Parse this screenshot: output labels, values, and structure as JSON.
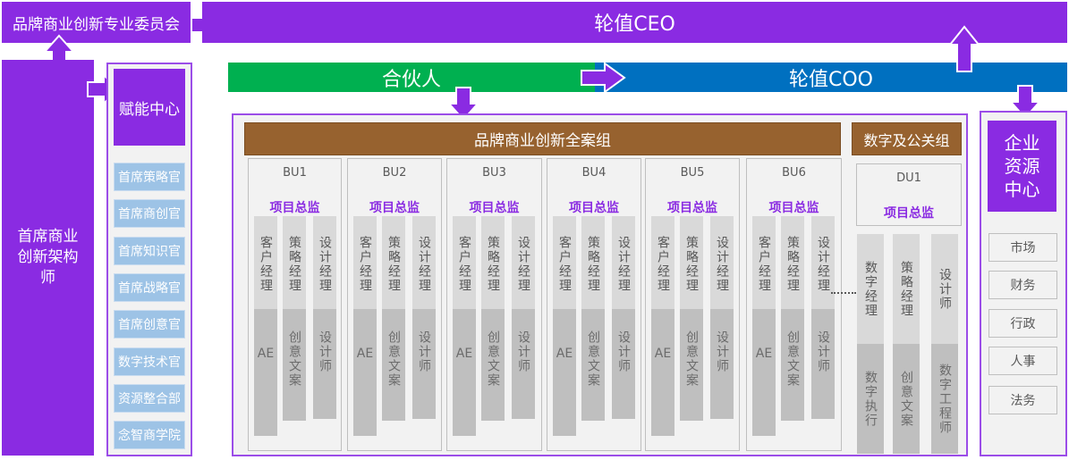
{
  "committee": "品牌商业创新专业委员会",
  "ceo": "轮值CEO",
  "architect": "首席商业创新架构师",
  "enable_center": {
    "title": "赋能中心",
    "items": [
      "首席策略官",
      "首席商创官",
      "首席知识官",
      "首席战略官",
      "首席创意官",
      "数字技术官",
      "资源整合部",
      "念智商学院"
    ]
  },
  "partner": "合伙人",
  "coo": "轮值COO",
  "brand_group": "品牌商业创新全案组",
  "digital_group": "数字及公关组",
  "director": "项目总监",
  "bus": [
    "BU1",
    "BU2",
    "BU3",
    "BU4",
    "BU5",
    "BU6"
  ],
  "bu_columns": [
    {
      "top": "客户经理",
      "bottom": "AE"
    },
    {
      "top": "策略经理",
      "bottom": "创意文案"
    },
    {
      "top": "设计经理",
      "bottom": "设计师"
    }
  ],
  "du": {
    "label": "DU1",
    "columns": [
      {
        "top": "数字经理",
        "bottom": "数字执行"
      },
      {
        "top": "策略经理",
        "bottom": "创意文案"
      },
      {
        "top": "设计师",
        "bottom": "数字工程师"
      }
    ]
  },
  "resource_center": {
    "title": "企业资源中心",
    "items": [
      "市场",
      "财务",
      "行政",
      "人事",
      "法务"
    ]
  },
  "colors": {
    "purple": "#8a2be2",
    "green": "#00b050",
    "blue": "#0070c0",
    "brown": "#97622f",
    "light_blue": "#9dc3e6"
  }
}
